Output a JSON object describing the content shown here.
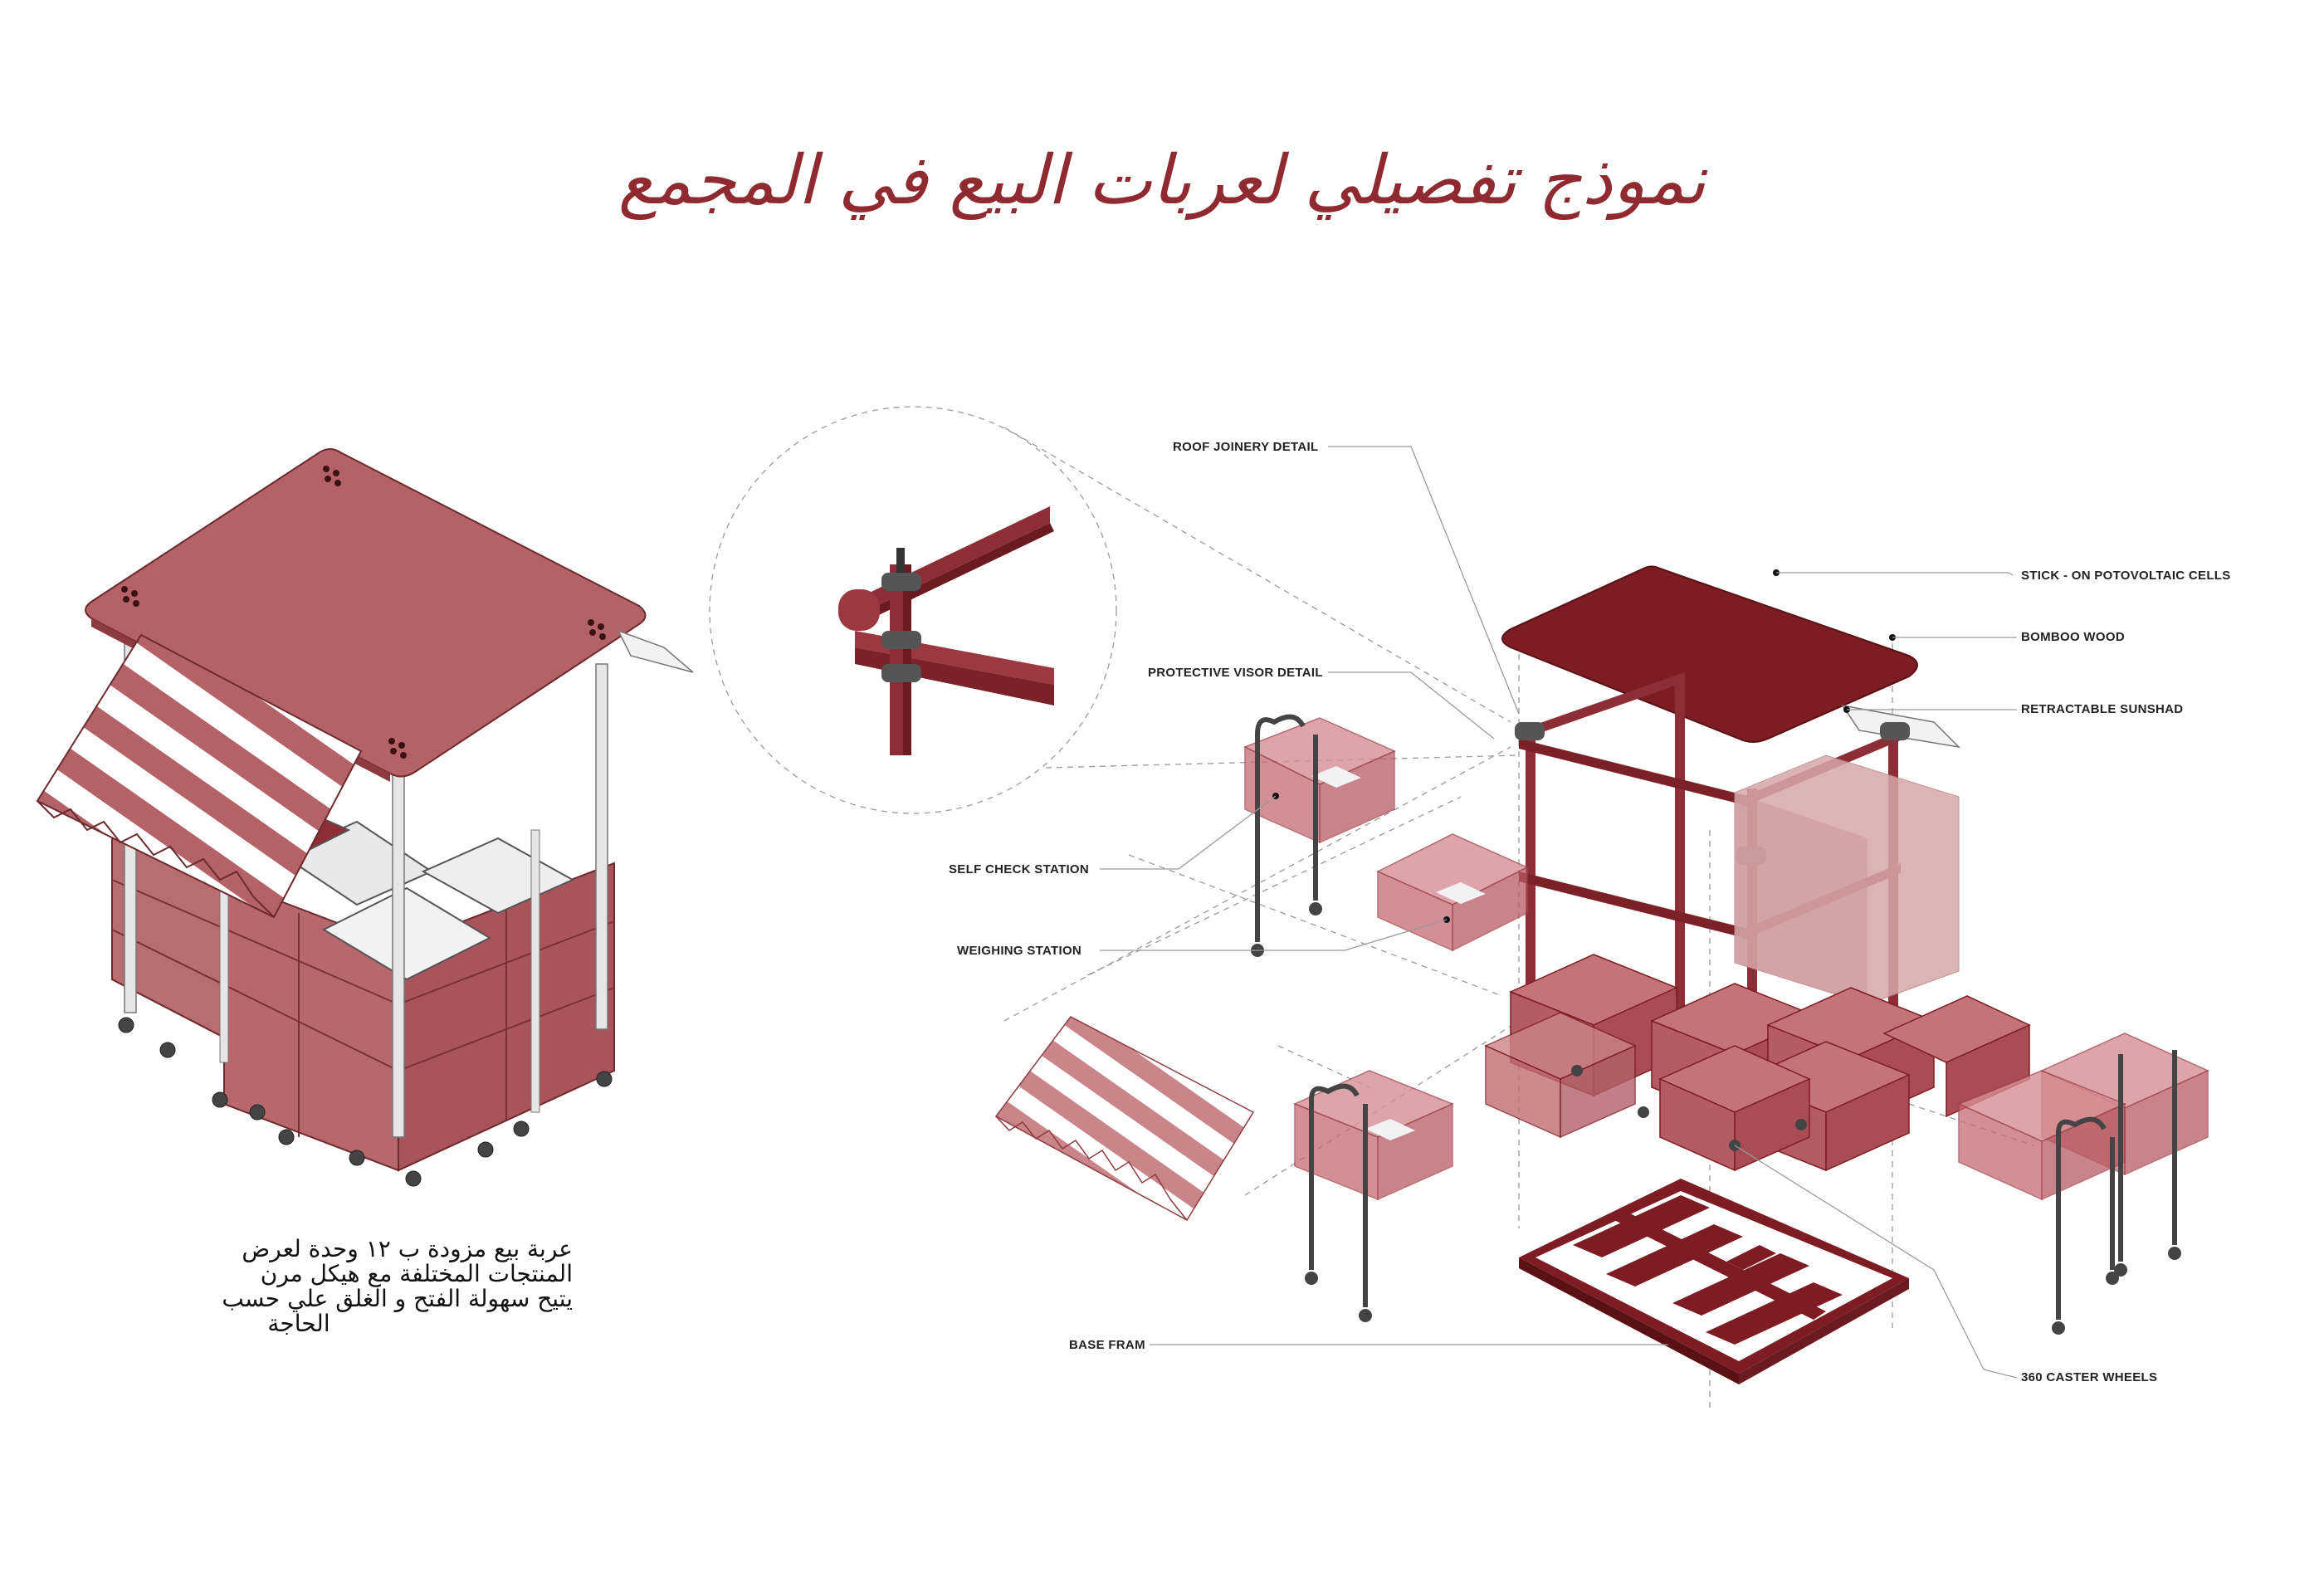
{
  "title": "نموذج تفصيلي لعربات البيع في المجمع",
  "description": {
    "lines": [
      "عربة بيع مزودة ب ١٢ وحدة لعرض",
      "المنتجات المختلفة مع هيكل مرن",
      "يتيح سهولة الفتح و الغلق علي حسب",
      "الحاجة"
    ]
  },
  "labels": {
    "roof_joinery": "ROOF JOINERY DETAIL",
    "protective_visor": "PROTECTIVE VISOR DETAIL",
    "self_check": "SELF CHECK STATION",
    "weighing": "WEIGHING STATION",
    "base_frame": "BASE FRAM",
    "pv_cells": "STICK - ON POTOVOLTAIC CELLS",
    "bamboo": "BOMBOO WOOD",
    "sunshade": "RETRACTABLE SUNSHAD",
    "casters": "360 CASTER WHEELS"
  },
  "colors": {
    "title": "#8e2a30",
    "cart_light": "#c47f84",
    "cart_mid": "#a9545a",
    "cart_dark": "#7d1c22",
    "awning_stripe": "#b46167",
    "transparent_box": "#c25a63"
  }
}
